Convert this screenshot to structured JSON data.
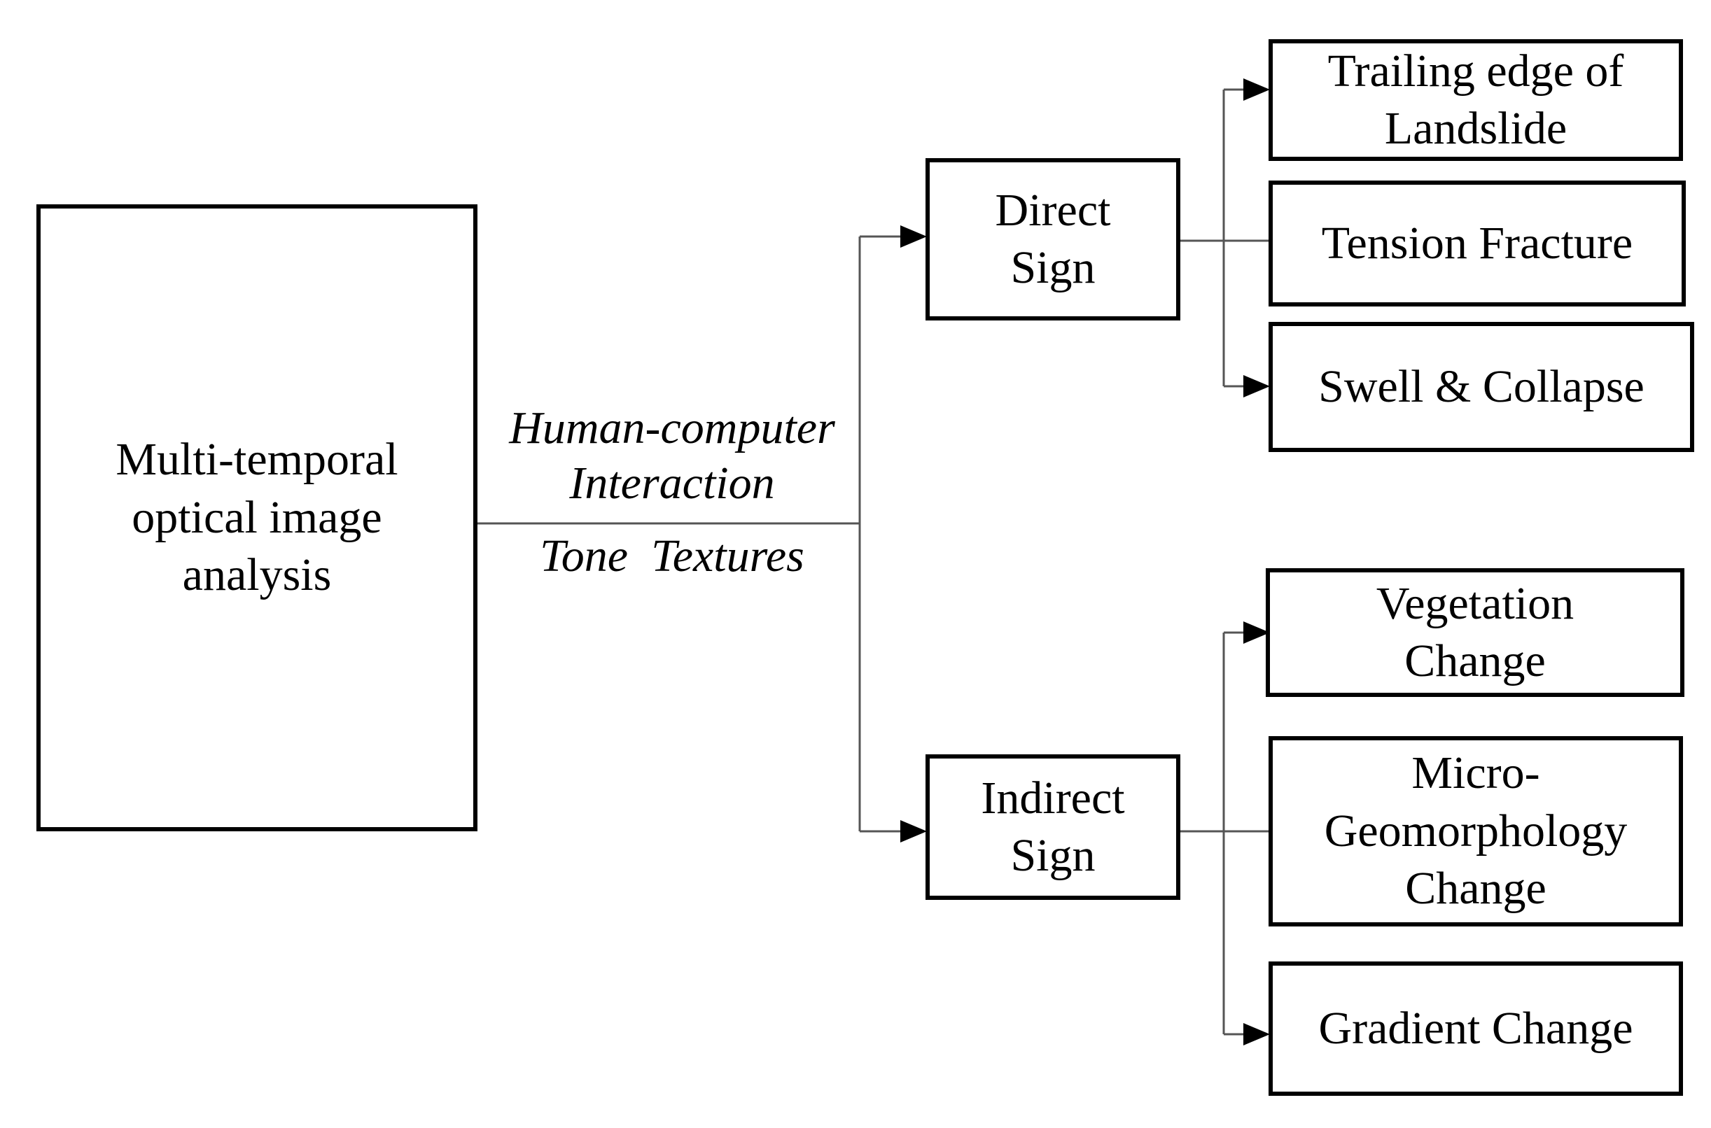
{
  "source_node": {
    "lines": [
      "Multi-temporal",
      "optical image",
      "analysis"
    ]
  },
  "edge_labels": {
    "method_line1": "Human-computer",
    "method_line2": "Interaction",
    "features": "Tone  Textures"
  },
  "direct_sign": {
    "lines": [
      "Direct",
      "Sign"
    ],
    "children": [
      {
        "lines": [
          "Trailing edge of",
          "Landslide"
        ]
      },
      {
        "lines": [
          "Tension Fracture"
        ]
      },
      {
        "lines": [
          "Swell & Collapse"
        ]
      }
    ]
  },
  "indirect_sign": {
    "lines": [
      "Indirect",
      "Sign"
    ],
    "children": [
      {
        "lines": [
          "Vegetation",
          "Change"
        ]
      },
      {
        "lines": [
          "Micro-",
          "Geomorphology",
          "Change"
        ]
      },
      {
        "lines": [
          "Gradient Change"
        ]
      }
    ]
  }
}
